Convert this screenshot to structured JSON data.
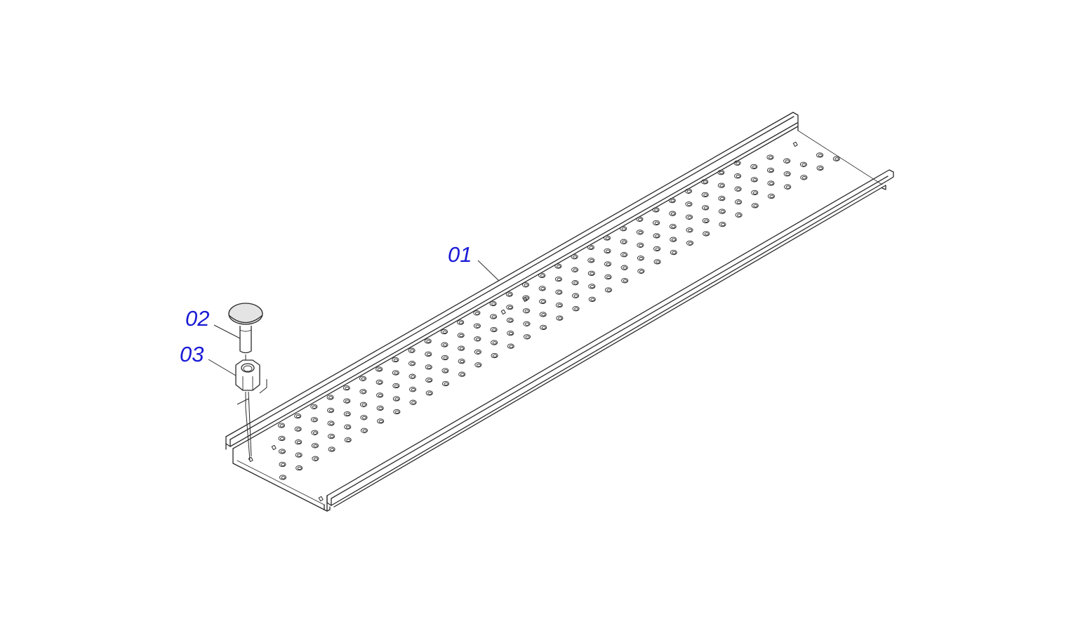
{
  "callouts": [
    {
      "number": "01"
    },
    {
      "number": "02"
    },
    {
      "number": "03"
    }
  ],
  "colors": {
    "callout_text": "#1a1ad6",
    "line": "#2a2a2a",
    "background": "#ffffff",
    "bolt_head_fill": "#e4e4e4"
  }
}
